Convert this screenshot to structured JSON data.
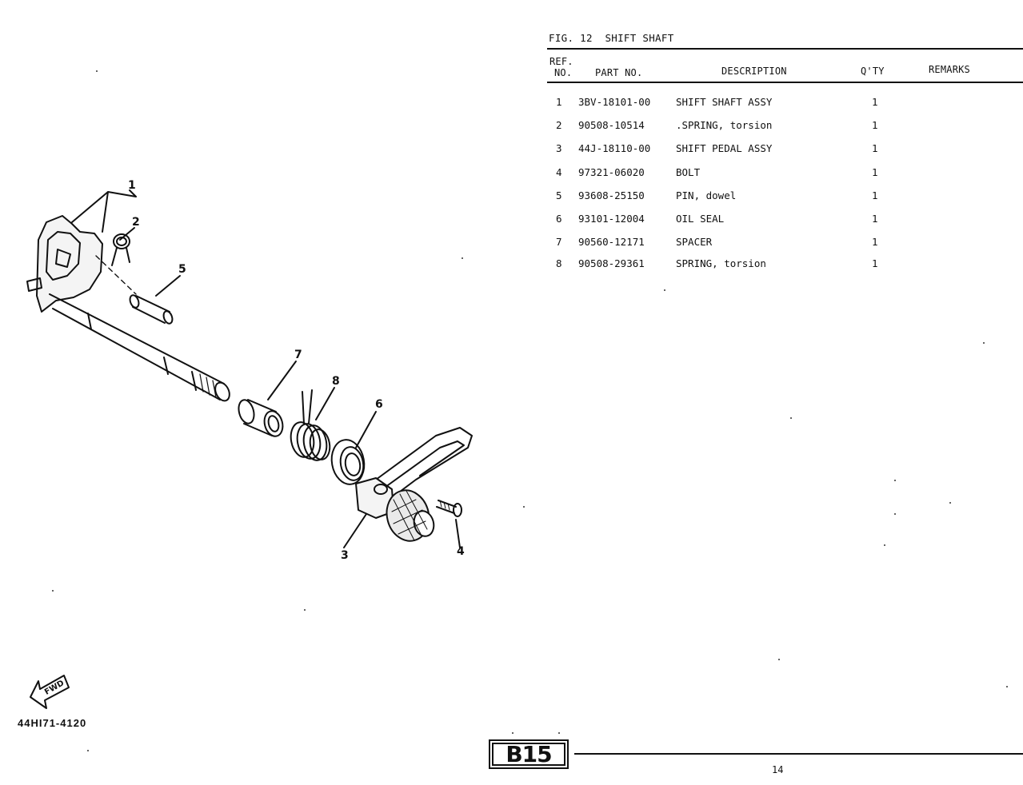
{
  "figure": {
    "label": "FIG. 12",
    "title": "SHIFT SHAFT"
  },
  "table": {
    "headers": {
      "ref_line1": "REF.",
      "ref_line2": "NO.",
      "part_no": "PART NO.",
      "description": "DESCRIPTION",
      "qty": "Q'TY",
      "remarks": "REMARKS"
    },
    "rows": [
      {
        "ref": "1",
        "part_no": "3BV-18101-00",
        "description": "SHIFT SHAFT ASSY",
        "qty": "1",
        "remarks": ""
      },
      {
        "ref": "2",
        "part_no": "90508-10514",
        "description": ".SPRING, torsion",
        "qty": "1",
        "remarks": ""
      },
      {
        "ref": "3",
        "part_no": "44J-18110-00",
        "description": "SHIFT PEDAL ASSY",
        "qty": "1",
        "remarks": ""
      },
      {
        "ref": "4",
        "part_no": "97321-06020",
        "description": "BOLT",
        "qty": "1",
        "remarks": ""
      },
      {
        "ref": "5",
        "part_no": "93608-25150",
        "description": "PIN, dowel",
        "qty": "1",
        "remarks": ""
      },
      {
        "ref": "6",
        "part_no": "93101-12004",
        "description": "OIL SEAL",
        "qty": "1",
        "remarks": ""
      },
      {
        "ref": "7",
        "part_no": "90560-12171",
        "description": "SPACER",
        "qty": "1",
        "remarks": ""
      },
      {
        "ref": "8",
        "part_no": "90508-29361",
        "description": "SPRING, torsion",
        "qty": "1",
        "remarks": ""
      }
    ]
  },
  "diagram": {
    "callouts": [
      "1",
      "2",
      "3",
      "4",
      "5",
      "6",
      "7",
      "8"
    ],
    "fwd_label": "FWD",
    "drawing_code": "44HI71-4120"
  },
  "footer": {
    "section_badge": "B15",
    "page_number": "14"
  }
}
